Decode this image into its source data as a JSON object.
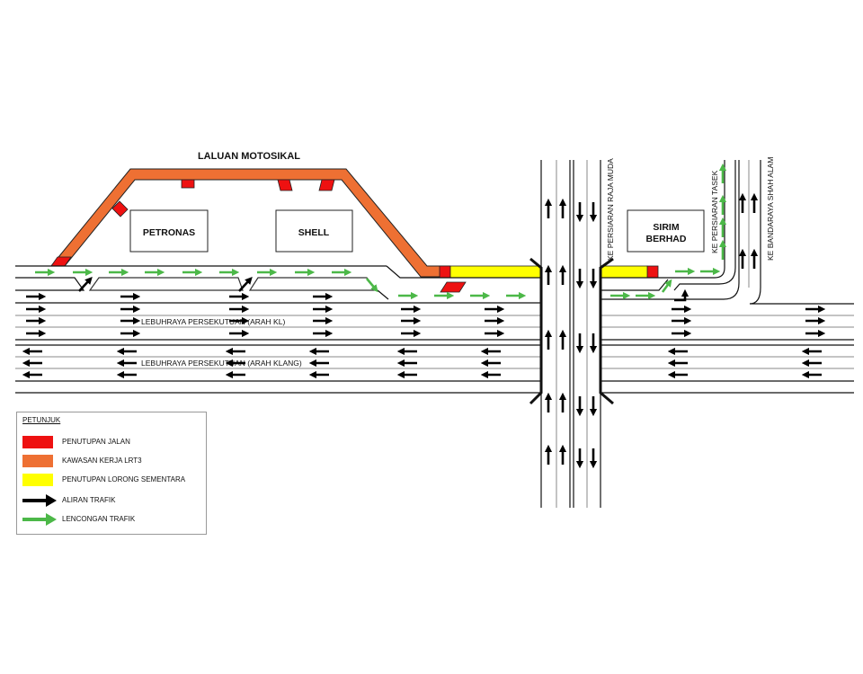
{
  "diagram": {
    "title": "LALUAN MOTOSIKAL",
    "buildings": [
      {
        "id": "petronas",
        "lines": [
          "PETRONAS"
        ]
      },
      {
        "id": "shell",
        "lines": [
          "SHELL"
        ]
      },
      {
        "id": "sirim",
        "lines": [
          "SIRIM",
          "BERHAD"
        ]
      }
    ],
    "road_labels": {
      "eastbound": "LEBUHRAYA PERSEKUTUAN (ARAH KL)",
      "westbound": "LEBUHRAYA PERSEKUTUAN (ARAH KLANG)",
      "raja_muda": "KE PERSIARAN RAJA MUDA",
      "tasek": "KE PERSIARAN TASEK",
      "shah_alam": "KE BANDARAYA SHAH ALAM"
    },
    "colors": {
      "road_closure": "#ee1111",
      "lrt3_work_zone": "#ee7033",
      "temporary_lane_closure": "#ffff00",
      "traffic_flow": "#000000",
      "traffic_diversion": "#4cb848"
    }
  },
  "legend": {
    "title": "PETUNJUK",
    "items": [
      {
        "type": "swatch",
        "color_key": "road_closure",
        "label": "PENUTUPAN JALAN"
      },
      {
        "type": "swatch",
        "color_key": "lrt3_work_zone",
        "label": "KAWASAN KERJA LRT3"
      },
      {
        "type": "swatch",
        "color_key": "temporary_lane_closure",
        "label": "PENUTUPAN LORONG SEMENTARA"
      },
      {
        "type": "arrow",
        "color_key": "traffic_flow",
        "label": "ALIRAN TRAFIK"
      },
      {
        "type": "arrow",
        "color_key": "traffic_diversion",
        "label": "LENCONGAN TRAFIK"
      }
    ]
  }
}
